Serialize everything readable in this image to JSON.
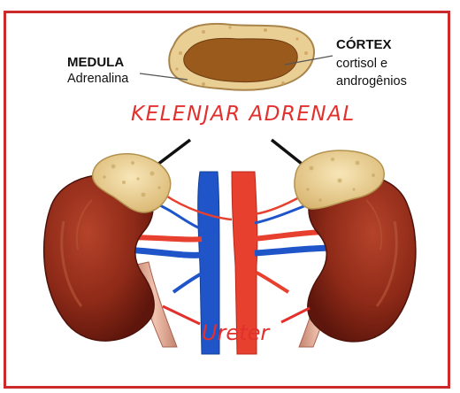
{
  "medula": {
    "title": "MEDULA",
    "hormone": "Adrenalina"
  },
  "cortex": {
    "title": "CÓRTEX",
    "hormone_line1": "cortisol e",
    "hormone_line2": "androgênios"
  },
  "gland_label": "KELENJAR ADRENAL",
  "ureter_label": "Ureter",
  "colors": {
    "frame": "#cc2a2a",
    "handwriting": "#e2312d",
    "kidney": "#8e2a18",
    "adrenal": "#f0d79a",
    "vein": "#1f55c9",
    "artery": "#e8402e",
    "ureter": "#d9a18c"
  }
}
